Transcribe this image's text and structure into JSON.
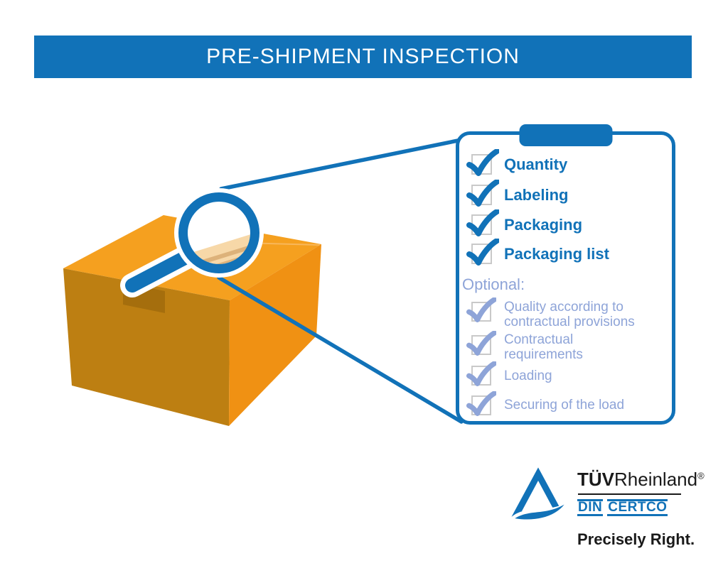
{
  "header": {
    "title": "PRE-SHIPMENT INSPECTION"
  },
  "checklist": {
    "items": [
      {
        "label": "Quantity"
      },
      {
        "label": "Labeling"
      },
      {
        "label": "Packaging"
      },
      {
        "label": "Packaging list"
      }
    ],
    "optional_heading": "Optional:",
    "optional_items": [
      {
        "label": "Quality according to",
        "label2": "contractual provisions"
      },
      {
        "label": "Contractual",
        "label2": "requirements"
      },
      {
        "label": "Loading",
        "label2": ""
      },
      {
        "label": "Securing of the load",
        "label2": ""
      }
    ]
  },
  "branding": {
    "tuv_bold": "TÜV",
    "tuv_regular": "Rheinland",
    "registered": "®",
    "din": "DIN",
    "certco": "CERTCO",
    "tagline": "Precisely Right."
  },
  "icons": {
    "check": "checkmark",
    "magnifier": "magnifying-glass",
    "clip": "clipboard-clip"
  },
  "colors": {
    "brand_blue": "#1172B8",
    "optional_blue": "#8EA4D8",
    "checkbox_gray": "#C9C9C9",
    "box_top": "#F5A01F",
    "box_left": "#BD7F12",
    "box_right": "#F09113",
    "lens_cream": "#F7D8A8"
  }
}
